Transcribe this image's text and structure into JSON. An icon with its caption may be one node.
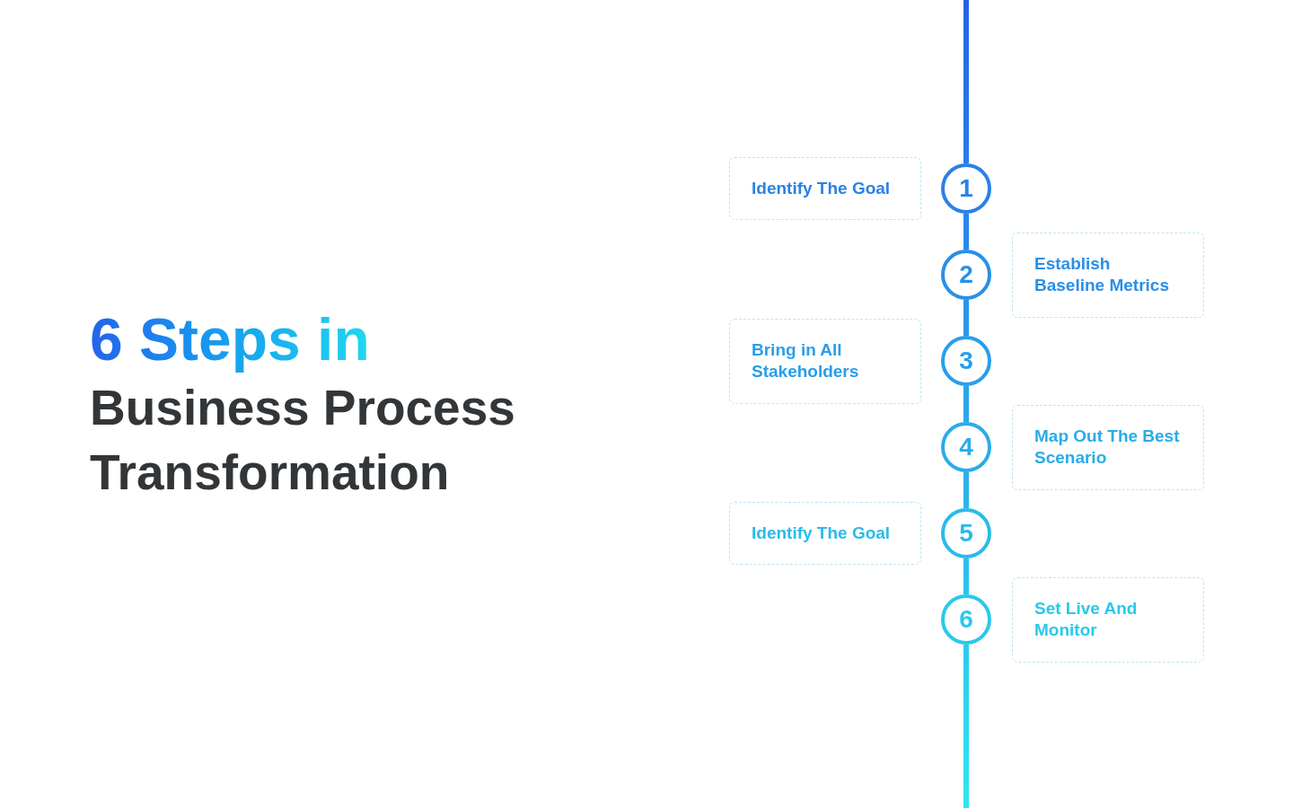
{
  "diagram": {
    "title": "6 Steps in",
    "nodes": [
      {
        "text": [
          "1"
        ]
      },
      {
        "text": [
          "Identify The Goal"
        ]
      },
      {
        "text": [
          "2"
        ]
      },
      {
        "text": [
          "Establish Baseline Metrics"
        ]
      },
      {
        "text": [
          "3"
        ]
      },
      {
        "text": [
          "Bring in All Stakeholders"
        ]
      },
      {
        "text": [
          "4"
        ]
      },
      {
        "text": [
          "Map Out The Best Scenario"
        ]
      },
      {
        "text": [
          "5"
        ]
      },
      {
        "text": [
          "Identify The Goal"
        ]
      },
      {
        "text": [
          "6"
        ]
      },
      {
        "text": [
          "Set Live And Monitor"
        ]
      }
    ],
    "edges": [
      {
        "from": null,
        "to": 0,
        "arrow": "none"
      },
      {
        "from": 0,
        "to": 2,
        "arrow": "none"
      },
      {
        "from": 2,
        "to": 4,
        "arrow": "none"
      },
      {
        "from": 4,
        "to": 6,
        "arrow": "none"
      },
      {
        "from": 6,
        "to": 8,
        "arrow": "none"
      },
      {
        "from": 8,
        "to": 10,
        "arrow": "none"
      },
      {
        "from": 10,
        "to": null,
        "arrow": "none"
      }
    ],
    "labels": [
      "Business Process Transformation"
    ]
  }
}
